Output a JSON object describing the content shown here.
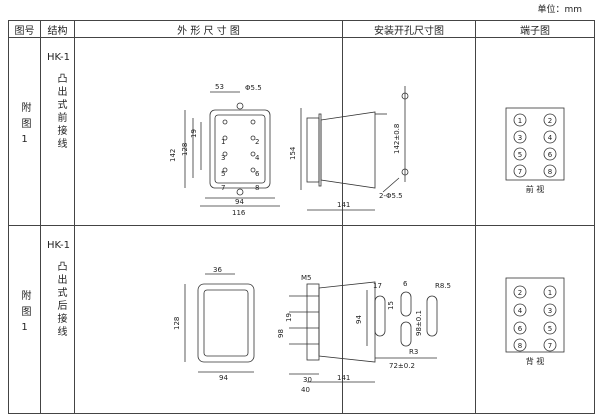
{
  "unit_label": "单位：mm",
  "headers": {
    "fig_no": "图号",
    "structure": "结构",
    "outline": "外 形 尺 寸 图",
    "mounting": "安装开孔尺寸图",
    "terminal": "端子图"
  },
  "rows": [
    {
      "fig": "附图1",
      "model": "HK-1",
      "structure": "凸出式前接线",
      "outline": {
        "d53": "53",
        "hole": "Φ5.5",
        "d142": "142",
        "d128": "128",
        "d19": "19",
        "d154": "154",
        "d94": "94",
        "d116": "116",
        "d141": "141"
      },
      "mounting": {
        "dim": "142±0.8",
        "hole": "2-Φ5.5"
      },
      "terminal": {
        "nums": [
          "1",
          "2",
          "3",
          "4",
          "5",
          "6",
          "7",
          "8"
        ],
        "view": "前 视"
      }
    },
    {
      "fig": "附图1",
      "model": "HK-1",
      "structure": "凸出式后接线",
      "outline": {
        "d36": "36",
        "d128": "128",
        "d94": "94",
        "m5": "M5",
        "d98": "98",
        "d19": "19",
        "d30": "30",
        "d40": "40",
        "d141": "141"
      },
      "mounting": {
        "d17": "17",
        "d6": "6",
        "r85": "R8.5",
        "d15": "15",
        "d94": "94",
        "d98": "98±0.1",
        "r3": "R3",
        "d72": "72±0.2"
      },
      "terminal": {
        "nums": [
          "2",
          "1",
          "4",
          "3",
          "6",
          "5",
          "8",
          "7"
        ],
        "view": "背 视"
      }
    }
  ]
}
